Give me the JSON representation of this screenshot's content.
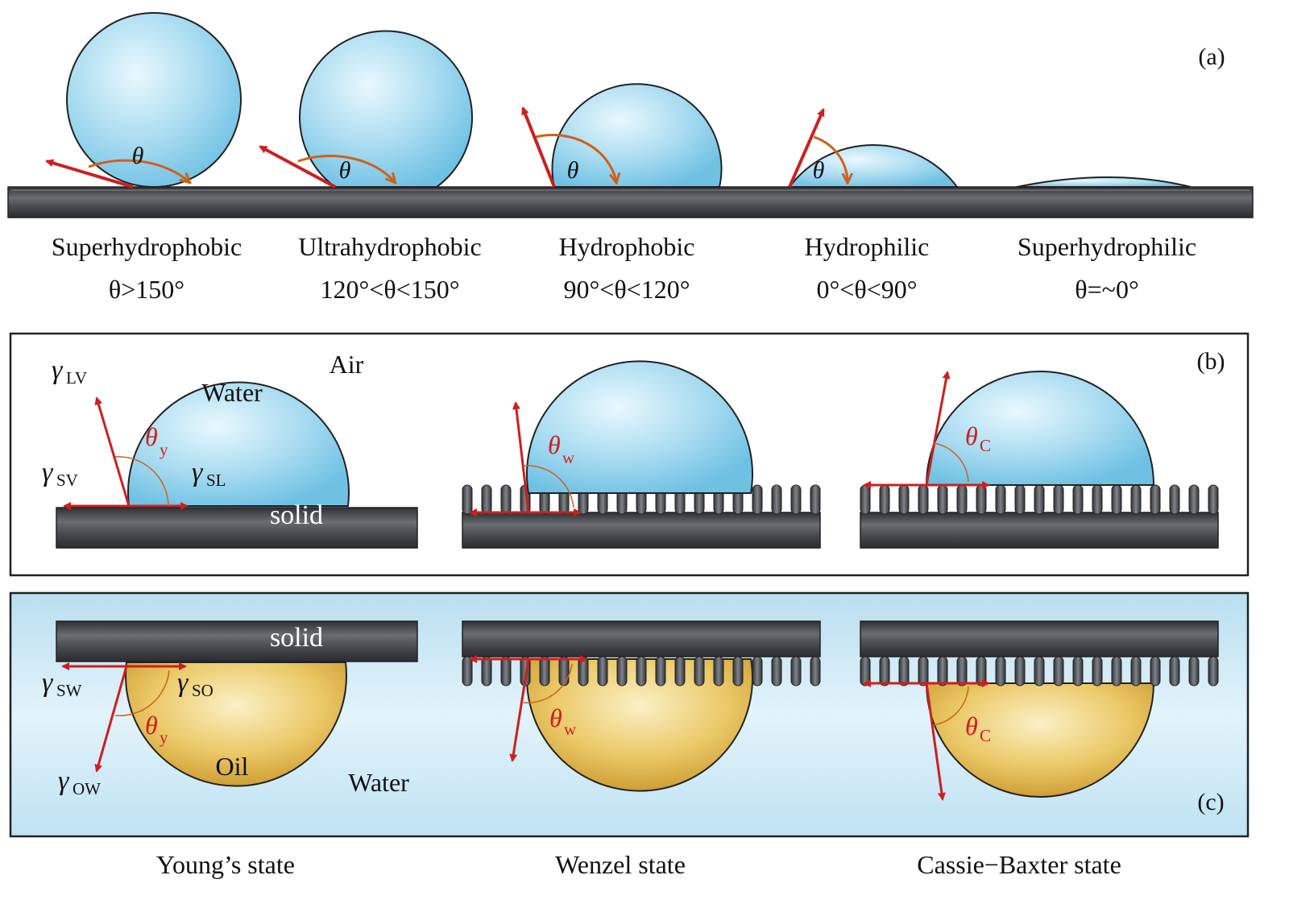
{
  "panel_a": {
    "tag": "(a)",
    "theta_symbol": "θ",
    "states": [
      {
        "name": "Superhydrophobic",
        "condition": "θ>150°"
      },
      {
        "name": "Ultrahydrophobic",
        "condition": "120°<θ<150°"
      },
      {
        "name": "Hydrophobic",
        "condition": "90°<θ<120°"
      },
      {
        "name": "Hydrophilic",
        "condition": "0°<θ<90°"
      },
      {
        "name": "Superhydrophilic",
        "condition": "θ=~0°"
      }
    ]
  },
  "panel_b": {
    "tag": "(b)",
    "air": "Air",
    "water": "Water",
    "solid": "solid",
    "gamma": "γ",
    "theta": "θ",
    "sub_lv": "LV",
    "sub_sv": "SV",
    "sub_sl": "SL",
    "sub_y": "y",
    "sub_w": "w",
    "sub_c": "C"
  },
  "panel_c": {
    "tag": "(c)",
    "oil": "Oil",
    "water": "Water",
    "solid": "solid",
    "sub_sw": "SW",
    "sub_so": "SO",
    "sub_ow": "OW"
  },
  "states_footer": [
    "Young’s state",
    "Wenzel state",
    "Cassie−Baxter state"
  ],
  "colors": {
    "droplet_water": "#a9dcf0",
    "droplet_oil": "#e6c060",
    "arrow": "#cc1f1f",
    "arc": "#d0601a",
    "solid": "#55585c",
    "panel_c_bg": "#cde9f6"
  }
}
